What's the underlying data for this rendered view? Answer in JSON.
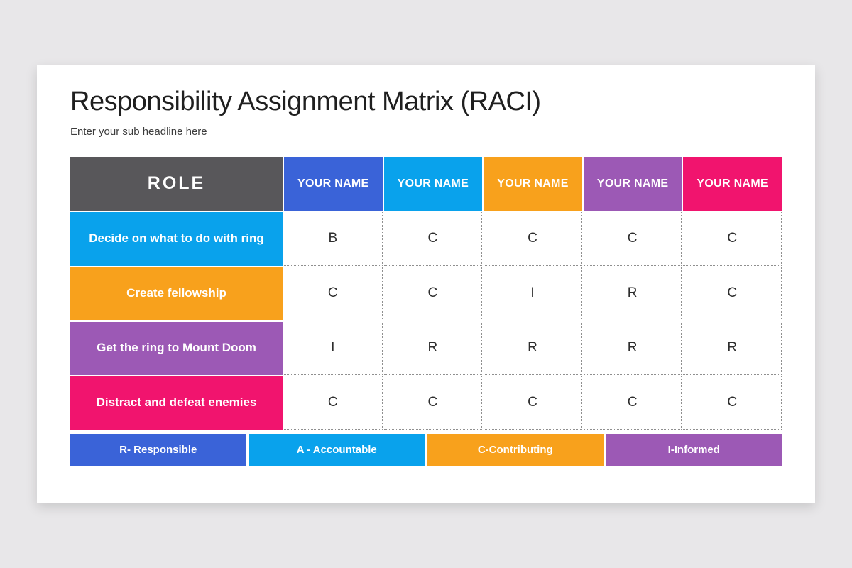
{
  "canvas": {
    "background_color": "#e8e7e9",
    "slide_color": "#ffffff"
  },
  "slide": {
    "title": "Responsibility Assignment Matrix (RACI)",
    "subtitle": "Enter your sub headline here"
  },
  "table": {
    "role_header": {
      "label": "ROLE",
      "color": "#58575a"
    },
    "columns": [
      {
        "label": "YOUR NAME",
        "color": "#3a63d8"
      },
      {
        "label": "YOUR NAME",
        "color": "#09a2ec"
      },
      {
        "label": "YOUR NAME",
        "color": "#f8a11c"
      },
      {
        "label": "YOUR NAME",
        "color": "#9c59b5"
      },
      {
        "label": "YOUR NAME",
        "color": "#f1146e"
      }
    ],
    "rows": [
      {
        "label": "Decide on what to do with ring",
        "color": "#09a2ec",
        "values": [
          "B",
          "C",
          "C",
          "C",
          "C"
        ]
      },
      {
        "label": "Create fellowship",
        "color": "#f8a11c",
        "values": [
          "C",
          "C",
          "I",
          "R",
          "C"
        ]
      },
      {
        "label": "Get the ring to Mount Doom",
        "color": "#9c59b5",
        "values": [
          "I",
          "R",
          "R",
          "R",
          "R"
        ]
      },
      {
        "label": "Distract and defeat enemies",
        "color": "#f1146e",
        "values": [
          "C",
          "C",
          "C",
          "C",
          "C"
        ]
      }
    ],
    "grid_border_color": "#8f8f8f"
  },
  "legend": [
    {
      "label": "R- Responsible",
      "color": "#3a63d8"
    },
    {
      "label": "A - Accountable",
      "color": "#09a2ec"
    },
    {
      "label": "C-Contributing",
      "color": "#f8a11c"
    },
    {
      "label": "I-Informed",
      "color": "#9c59b5"
    }
  ]
}
